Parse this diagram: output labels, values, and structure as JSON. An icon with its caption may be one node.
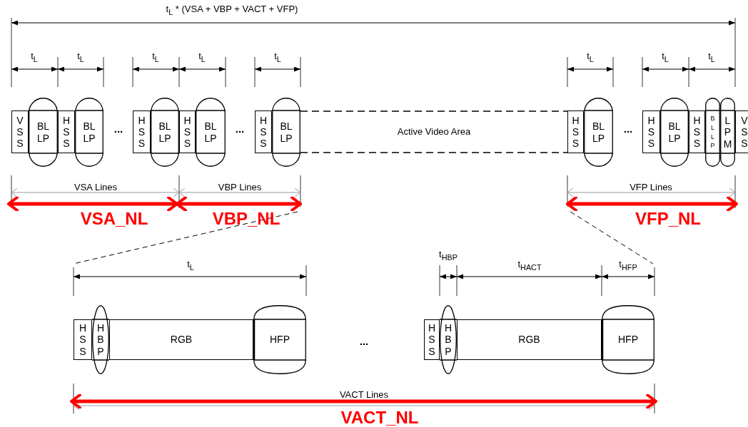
{
  "diagram": {
    "nodes": [
      {
        "text": [
          "V S S"
        ]
      },
      {
        "text": [
          "BL LP"
        ]
      },
      {
        "text": [
          "H S S"
        ]
      },
      {
        "text": [
          "BL LP"
        ]
      },
      {
        "text": [
          "H S S"
        ]
      },
      {
        "text": [
          "BL LP"
        ]
      },
      {
        "text": [
          "H S S"
        ]
      },
      {
        "text": [
          "BL LP"
        ]
      },
      {
        "text": [
          "H S S"
        ]
      },
      {
        "text": [
          "BL LP"
        ]
      },
      {
        "text": [
          "Active Video Area"
        ]
      },
      {
        "text": [
          "H S S"
        ]
      },
      {
        "text": [
          "BL LP"
        ]
      },
      {
        "text": [
          "H S S"
        ]
      },
      {
        "text": [
          "BL LP"
        ]
      },
      {
        "text": [
          "H S S"
        ]
      },
      {
        "text": [
          "B L L P"
        ]
      },
      {
        "text": [
          "L P M"
        ]
      },
      {
        "text": [
          "V S S"
        ]
      },
      {
        "text": [
          "H S S"
        ]
      },
      {
        "text": [
          "H B P"
        ]
      },
      {
        "text": [
          "RGB"
        ]
      },
      {
        "text": [
          "HFP"
        ]
      },
      {
        "text": [
          "H S S"
        ]
      },
      {
        "text": [
          "H B P"
        ]
      },
      {
        "text": [
          "RGB"
        ]
      },
      {
        "text": [
          "HFP"
        ]
      }
    ],
    "labels": [
      "t$_{L}$ * (VSA + VBP + VACT + VFP)",
      "t$_{L}$",
      "t$_{L}$",
      "t$_{L}$",
      "t$_{L}$",
      "t$_{L}$",
      "t$_{L}$",
      "t$_{L}$",
      "t$_{L}$",
      "...",
      "...",
      "...",
      "VSA Lines",
      "VBP Lines",
      "VFP Lines",
      "VSA_NL",
      "VBP_NL",
      "VFP_NL",
      "t$_{L}$",
      "t$_{HBP}$",
      "t$_{HACT}$",
      "t$_{HFP}$",
      "...",
      "VACT Lines",
      "VACT_NL"
    ]
  }
}
